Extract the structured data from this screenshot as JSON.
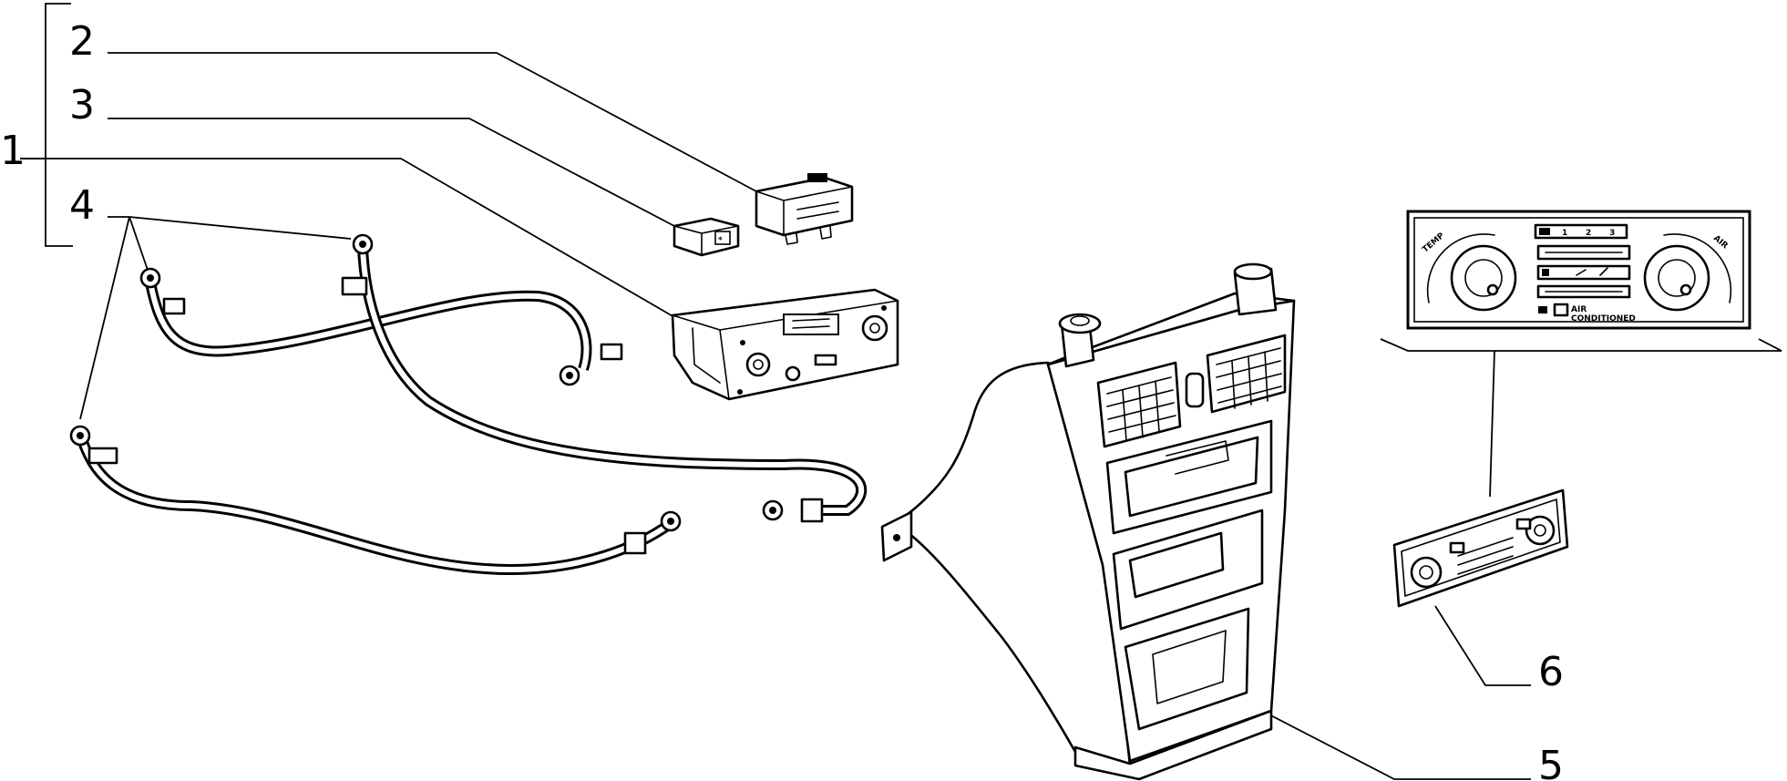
{
  "callouts": [
    {
      "id": "1",
      "label": "1"
    },
    {
      "id": "2",
      "label": "2"
    },
    {
      "id": "3",
      "label": "3"
    },
    {
      "id": "4",
      "label": "4"
    },
    {
      "id": "5",
      "label": "5"
    },
    {
      "id": "6",
      "label": "6"
    }
  ],
  "panel_detail": {
    "left_knob_label": "TEMP",
    "right_knob_label": "AIR",
    "fan_speeds": [
      "1",
      "2",
      "3"
    ],
    "logo_text_line1": "AIR",
    "logo_text_line2": "CONDITIONED"
  }
}
